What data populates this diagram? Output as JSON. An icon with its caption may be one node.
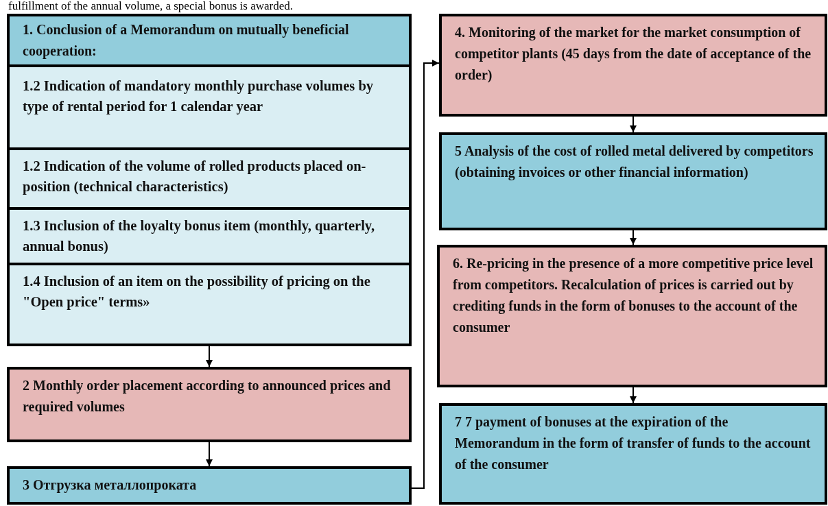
{
  "diagram": {
    "nodes": [
      {
        "text": [
          "1. Conclusion of a Memorandum on mutually beneficial cooperation:"
        ]
      },
      {
        "text": [
          "1.2 Indication of mandatory monthly purchase volumes by type of rental period for 1 calendar year"
        ],
        "in": 0
      },
      {
        "text": [
          "1.2 Indication of the volume of rolled products placed on-position (technical characteristics)"
        ],
        "in": 0
      },
      {
        "text": [
          "1.3 Inclusion of the loyalty bonus item (monthly, quarterly, annual bonus)"
        ],
        "in": 0
      },
      {
        "text": [
          "1.4 Inclusion of an item on the possibility of pricing on the \"Open price\" terms»"
        ],
        "in": 0
      },
      {
        "text": [
          "2 Monthly order placement according to announced prices and required volumes"
        ]
      },
      {
        "text": [
          "3 Отгрузка металлопроката"
        ]
      },
      {
        "text": [
          "4. Monitoring of the market for the market consumption of competitor plants (45 days from the date of acceptance of the order)"
        ]
      },
      {
        "text": [
          "5 Analysis of the cost of rolled metal delivered by competitors (obtaining invoices or other financial information)"
        ]
      },
      {
        "text": [
          "6. Re-pricing in the presence of a more competitive price level from competitors. Recalculation of prices is carried out by crediting funds in the form of bonuses to the account of the consumer"
        ]
      },
      {
        "text": [
          "7 7 payment of bonuses at the expiration of the Memorandum in the form of transfer of funds to the account of the consumer"
        ]
      }
    ],
    "edges": [
      {
        "from": 0,
        "to": 5,
        "arrow": "to"
      },
      {
        "from": 5,
        "to": 6,
        "arrow": "to"
      },
      {
        "from": 6,
        "to": 7,
        "arrow": "to"
      },
      {
        "from": 7,
        "to": 8,
        "arrow": "to"
      },
      {
        "from": 8,
        "to": 9,
        "arrow": "to"
      },
      {
        "from": 9,
        "to": 10,
        "arrow": "to"
      }
    ],
    "labels": [
      "fulfillment of the annual volume, a special bonus is awarded."
    ]
  }
}
